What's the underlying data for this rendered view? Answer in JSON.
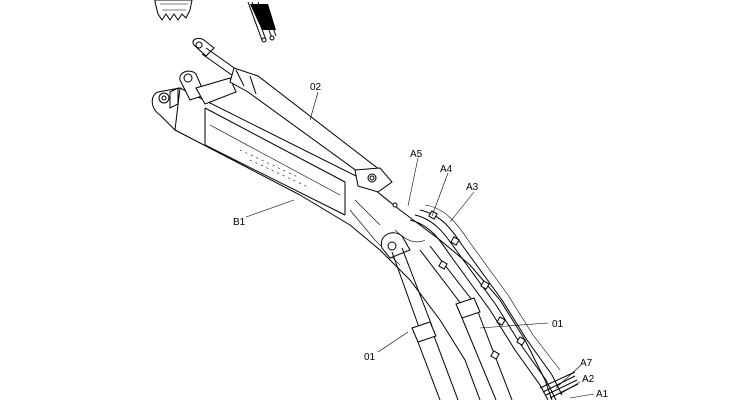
{
  "callouts": {
    "boom": "B1",
    "arm_cylinder": "02",
    "boom_cylinder_left": "01",
    "boom_cylinder_right": "01",
    "hose_a1": "A1",
    "hose_a2": "A2",
    "hose_a3": "A3",
    "hose_a4": "A4",
    "hose_a5": "A5",
    "hose_a7": "A7"
  }
}
